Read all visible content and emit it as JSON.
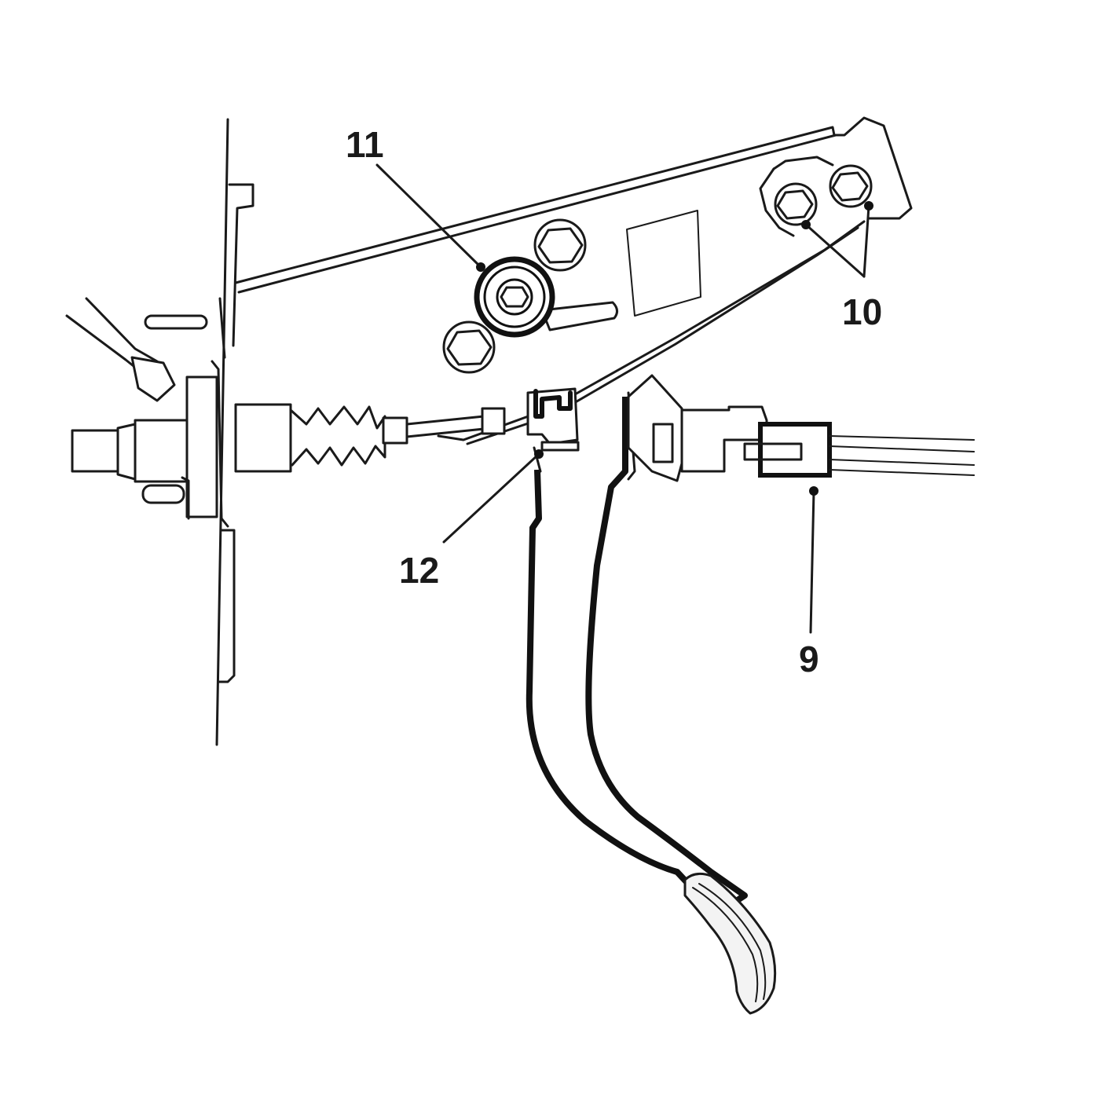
{
  "callouts": {
    "c9": "9",
    "c10": "10",
    "c11": "11",
    "c12": "12"
  },
  "colors": {
    "line": "#1a1a1a",
    "background": "#ffffff"
  }
}
